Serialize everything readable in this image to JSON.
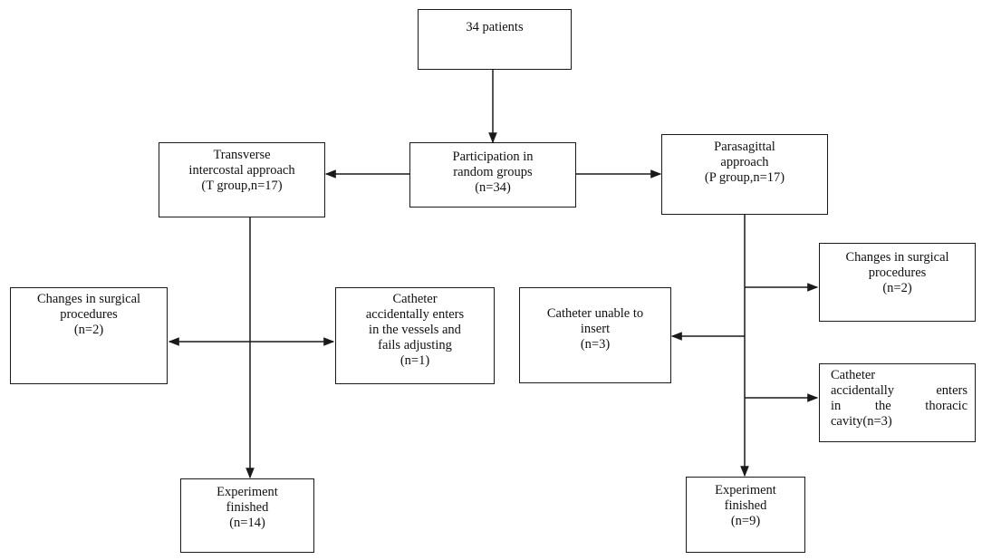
{
  "diagram": {
    "start": {
      "lines": [
        "34 patients"
      ]
    },
    "randomize": {
      "lines": [
        "Participation in",
        "random groups",
        "(n=34)"
      ]
    },
    "t_group": {
      "lines": [
        "Transverse",
        "intercostal approach",
        "(T group,n=17)"
      ]
    },
    "p_group": {
      "lines": [
        "Parasagittal",
        "approach",
        "(P group,n=17)"
      ]
    },
    "t_changes": {
      "lines": [
        "Changes in surgical",
        "procedures",
        "(n=2)"
      ]
    },
    "t_catheter_vessels": {
      "lines": [
        "Catheter",
        "accidentally enters",
        "in the vessels and",
        "fails adjusting",
        "(n=1)"
      ]
    },
    "t_finished": {
      "lines": [
        "Experiment",
        "finished",
        "(n=14)"
      ]
    },
    "p_changes": {
      "lines": [
        "Changes in surgical",
        "procedures",
        "(n=2)"
      ]
    },
    "p_unable": {
      "lines": [
        "Catheter unable to",
        "insert",
        "(n=3)"
      ]
    },
    "p_catheter_thoracic": {
      "lines": [
        "Catheter",
        "accidentally enters",
        "in the thoracic",
        "cavity(n=3)"
      ]
    },
    "p_finished": {
      "lines": [
        "Experiment",
        "finished",
        "(n=9)"
      ]
    }
  },
  "colors": {
    "stroke": "#1a1a1a",
    "text": "#111111",
    "background": "#ffffff"
  }
}
